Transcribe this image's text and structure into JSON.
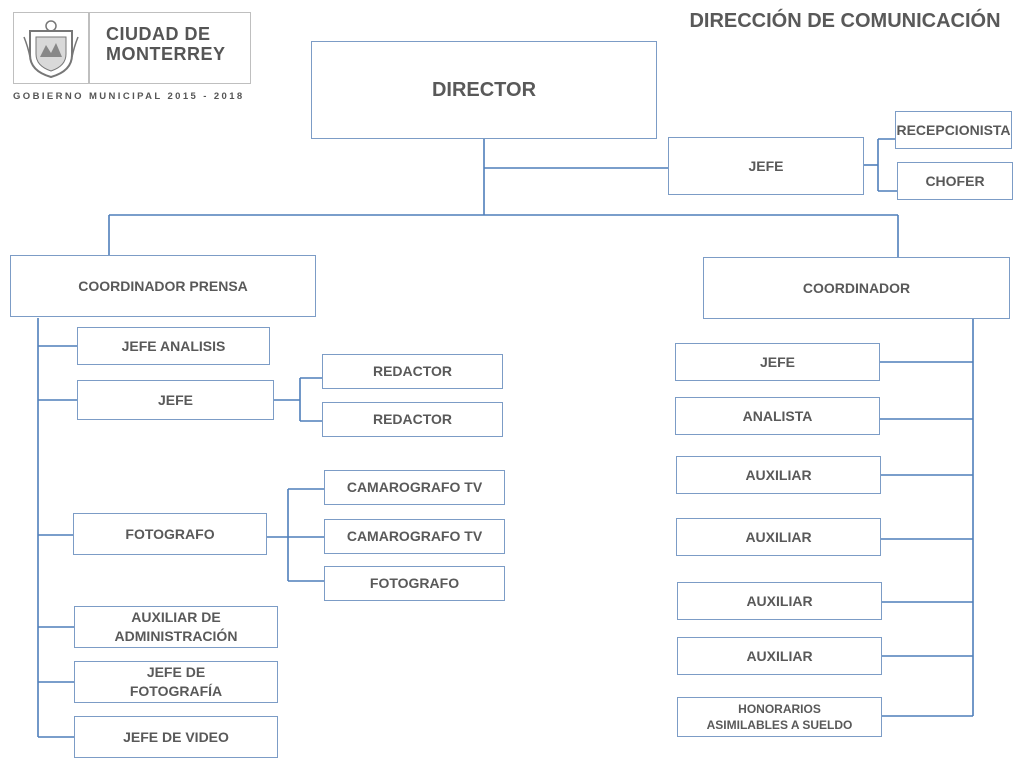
{
  "header": {
    "city_line1": "CIUDAD DE",
    "city_line2": "MONTERREY",
    "government": "GOBIERNO MUNICIPAL 2015 - 2018",
    "crest_icon": "monterrey-crest-icon"
  },
  "title": "DIRECCIÓN DE COMUNICACIÓN",
  "colors": {
    "box_border": "#7c9cc6",
    "line": "#4f7fba",
    "text": "#595959"
  },
  "top": {
    "director": "DIRECTOR",
    "jefe": "JEFE",
    "recepcionista": "RECEPCIONISTA",
    "chofer": "CHOFER"
  },
  "left": {
    "coordinador": "COORDINADOR  PRENSA",
    "jefe_analisis": "JEFE ANALISIS",
    "jefe": "JEFE",
    "redactor_1": "REDACTOR",
    "redactor_2": "REDACTOR",
    "fotografo": "FOTOGRAFO",
    "camarografo_1": "CAMAROGRAFO TV",
    "camarografo_2": "CAMAROGRAFO TV",
    "fotografo_2": "FOTOGRAFO",
    "auxiliar_admin": "AUXILIAR DE\nADMINISTRACIÓN",
    "jefe_fotografia": "JEFE DE\nFOTOGRAFÍA",
    "jefe_video": "JEFE DE VIDEO"
  },
  "right": {
    "coordinador": "COORDINADOR",
    "jefe": "JEFE",
    "analista": "ANALISTA",
    "auxiliar_1": "AUXILIAR",
    "auxiliar_2": "AUXILIAR",
    "auxiliar_3": "AUXILIAR",
    "auxiliar_4": "AUXILIAR",
    "honorarios": "HONORARIOS\nASIMILABLES A SUELDO"
  }
}
